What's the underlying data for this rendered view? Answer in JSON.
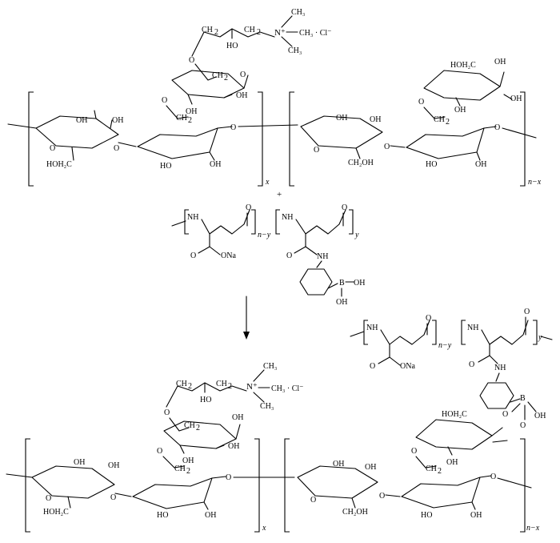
{
  "labels": {
    "chloride": "CH₃ · Cl⁻",
    "methyl": "CH₃",
    "ammonium": "N⁺",
    "hydroxyl": "OH",
    "hydroxyl_left": "HO",
    "hydroxymethyl_left": "HOH₂C",
    "hydroxymethyl_right": "CH₂OH",
    "ring_oxygen": "O",
    "methylene_sub": "2",
    "plus": "+",
    "amine": "NH",
    "carboxylate_sodium": "ONa",
    "boron": "B",
    "boronic_hydroxyl": "OH",
    "repeat_x": "x",
    "repeat_nx": "n−x",
    "repeat_ny": "n−y",
    "repeat_y": "y"
  }
}
